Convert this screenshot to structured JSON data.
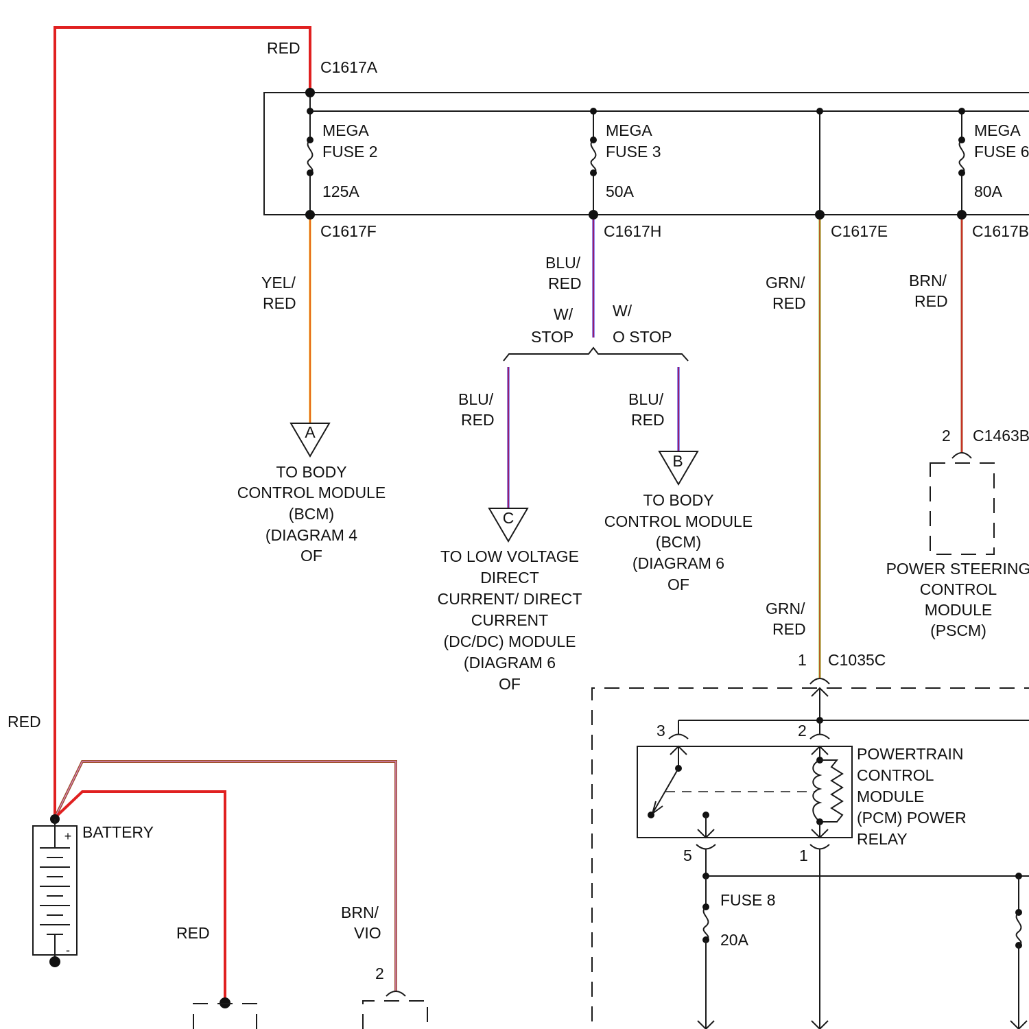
{
  "colors": {
    "red": "#e02020",
    "yellow": "#f0c800",
    "blue": "#2a1ee0",
    "green": "#7cbf1e",
    "brown": "#a0502a",
    "violet": "#d88ad8",
    "black": "#1a1a1a"
  },
  "labels": {
    "red_top": "RED",
    "c1617a": "C1617A",
    "mega_fuse_2_l1": "MEGA",
    "mega_fuse_2_l2": "FUSE 2",
    "mega_fuse_2_rating": "125A",
    "mega_fuse_3_l1": "MEGA",
    "mega_fuse_3_l2": "FUSE 3",
    "mega_fuse_3_rating": "50A",
    "mega_fuse_6_l1": "MEGA",
    "mega_fuse_6_l2": "FUSE 6",
    "mega_fuse_6_rating": "80A",
    "c1617f": "C1617F",
    "c1617h": "C1617H",
    "c1617e": "C1617E",
    "c1617b": "C1617B",
    "yel_red_1": "YEL/",
    "yel_red_2": "RED",
    "blu_red_top_1": "BLU/",
    "blu_red_top_2": "RED",
    "w_stop_1": "W/",
    "w_stop_2": "STOP",
    "wo_stop_1": "W/",
    "wo_stop_2": "O STOP",
    "blu_red_left_1": "BLU/",
    "blu_red_left_2": "RED",
    "blu_red_right_1": "BLU/",
    "blu_red_right_2": "RED",
    "grn_red_top_1": "GRN/",
    "grn_red_top_2": "RED",
    "brn_red_1": "BRN/",
    "brn_red_2": "RED",
    "pin_2_c1463": "2",
    "c1463b": "C1463B",
    "flag_a": "A",
    "flag_b": "B",
    "flag_c": "C",
    "bcm4_1": "TO BODY",
    "bcm4_2": "CONTROL MODULE",
    "bcm4_3": "(BCM)",
    "bcm4_4": "(DIAGRAM 4",
    "bcm4_5": "OF",
    "dcdc_1": "TO LOW VOLTAGE",
    "dcdc_2": "DIRECT",
    "dcdc_3": "CURRENT/ DIRECT",
    "dcdc_4": "CURRENT",
    "dcdc_5": "(DC/DC) MODULE",
    "dcdc_6": "(DIAGRAM 6",
    "dcdc_7": "OF",
    "bcm6_1": "TO BODY",
    "bcm6_2": "CONTROL MODULE",
    "bcm6_3": "(BCM)",
    "bcm6_4": "(DIAGRAM 6",
    "bcm6_5": "OF",
    "pscm_1": "POWER STEERING",
    "pscm_2": "CONTROL",
    "pscm_3": "MODULE",
    "pscm_4": "(PSCM)",
    "grn_red_bot_1": "GRN/",
    "grn_red_bot_2": "RED",
    "pin_1_c1035": "1",
    "c1035c": "C1035C",
    "relay_pin_3": "3",
    "relay_pin_2": "2",
    "relay_pin_5": "5",
    "relay_pin_1": "1",
    "relay_1": "POWERTRAIN",
    "relay_2": "CONTROL",
    "relay_3": "MODULE",
    "relay_4": "(PCM) POWER",
    "relay_5": "RELAY",
    "fuse8_name": "FUSE 8",
    "fuse8_rating": "20A",
    "red_left": "RED",
    "battery": "BATTERY",
    "battery_plus": "+",
    "battery_minus": "-",
    "red_bottom": "RED",
    "brn_vio_1": "BRN/",
    "brn_vio_2": "VIO",
    "pin_2_bottom": "2"
  }
}
